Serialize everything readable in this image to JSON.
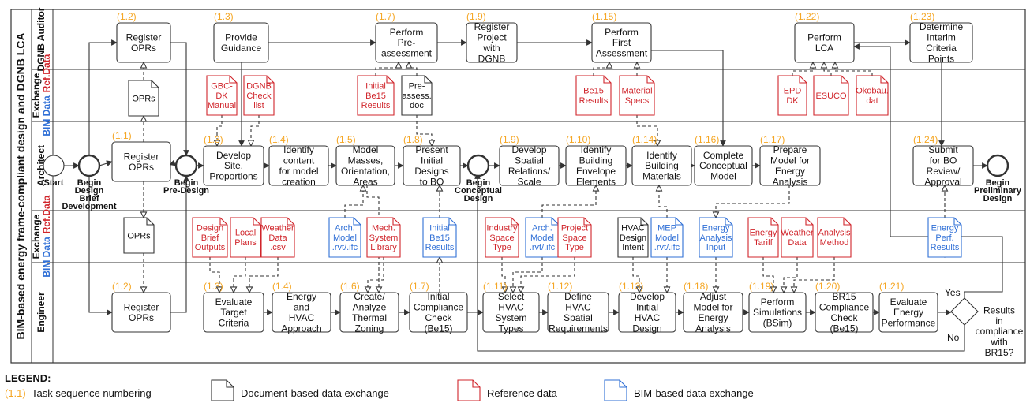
{
  "title": "BIM-based energy frame-compliant design and DGNB LCA",
  "lanes": [
    {
      "label": "DGNB Auditor",
      "sub": ""
    },
    {
      "label": "Exchange",
      "sub": "BIM Data"
    },
    {
      "label": "Architect",
      "sub": ""
    },
    {
      "label": "Exchange",
      "sub": "BIM Data"
    },
    {
      "label": "Engineer",
      "sub": ""
    }
  ],
  "ref_data_label": "Ref.Data",
  "tasks": [
    {
      "id": "t1",
      "num": "(1.2)",
      "text": "Register\nOPRs"
    },
    {
      "id": "t2",
      "num": "(1.3)",
      "text": "Provide\nGuidance"
    },
    {
      "id": "t3",
      "num": "(1.7)",
      "text": "Perform\nPre-\nassessment"
    },
    {
      "id": "t4",
      "num": "(1.9)",
      "text": "Register\nProject\nwith\nDGNB"
    },
    {
      "id": "t5",
      "num": "(1.15)",
      "text": "Perform\nFirst\nAssessment"
    },
    {
      "id": "t6",
      "num": "(1.22)",
      "text": "Perform\nLCA"
    },
    {
      "id": "t7",
      "num": "(1.23)",
      "text": "Determine\nInterim\nCriteria\nPoints"
    },
    {
      "id": "a1",
      "num": "(1.1)",
      "text": "Register\nOPRs"
    },
    {
      "id": "a2",
      "num": "(1.3)",
      "text": "Develop\nSite,\nProportions"
    },
    {
      "id": "a3",
      "num": "(1.4)",
      "text": "Identify\ncontent\nfor model\ncreation"
    },
    {
      "id": "a4",
      "num": "(1.5)",
      "text": "Model\nMasses,\nOrientation,\nAreas"
    },
    {
      "id": "a5",
      "num": "(1.8)",
      "text": "Present\nInitial\nDesigns\nto BO"
    },
    {
      "id": "a6",
      "num": "(1.9)",
      "text": "Develop\nSpatial\nRelations/\nScale"
    },
    {
      "id": "a7",
      "num": "(1.10)",
      "text": "Identify\nBuilding\nEnvelope\nElements"
    },
    {
      "id": "a8",
      "num": "(1.14)",
      "text": "Identify\nBuilding\nMaterials"
    },
    {
      "id": "a9",
      "num": "(1.16)",
      "text": "Complete\nConceptual\nModel"
    },
    {
      "id": "a10",
      "num": "(1.17)",
      "text": "Prepare\nModel for\nEnergy\nAnalysis"
    },
    {
      "id": "a11",
      "num": "(1.24)",
      "text": "Submit\nfor BO\nReview/\nApproval"
    },
    {
      "id": "e1",
      "num": "(1.2)",
      "text": "Register\nOPRs"
    },
    {
      "id": "e2",
      "num": "(1.3)",
      "text": "Evaluate\nTarget\nCriteria"
    },
    {
      "id": "e3",
      "num": "(1.4)",
      "text": "Energy\nand\nHVAC\nApproach"
    },
    {
      "id": "e4",
      "num": "(1.6)",
      "text": "Create/\nAnalyze\nThermal\nZoning"
    },
    {
      "id": "e5",
      "num": "(1.7)",
      "text": "Initial\nCompliance\nCheck\n(Be15)"
    },
    {
      "id": "e6",
      "num": "(1.11)",
      "text": "Select\nHVAC\nSystem\nTypes"
    },
    {
      "id": "e7",
      "num": "(1.12)",
      "text": "Define\nHVAC\nSpatial\nRequirements"
    },
    {
      "id": "e8",
      "num": "(1.13)",
      "text": "Develop\nInitial\nHVAC\nDesign"
    },
    {
      "id": "e9",
      "num": "(1.18)",
      "text": "Adjust\nModel for\nEnergy\nAnalysis"
    },
    {
      "id": "e10",
      "num": "(1.19)",
      "text": "Perform\nSimulations\n(BSim)"
    },
    {
      "id": "e11",
      "num": "(1.20)",
      "text": "BR15\nCompliance\nCheck\n(Be15)"
    },
    {
      "id": "e12",
      "num": "(1.21)",
      "text": "Evaluate\nEnergy\nPerformance"
    }
  ],
  "docs": [
    {
      "id": "d1",
      "kind": "doc",
      "text": "OPRs"
    },
    {
      "id": "d2",
      "kind": "ref",
      "text": "GBC-\nDK\nManual"
    },
    {
      "id": "d3",
      "kind": "ref",
      "text": "DGNB\nCheck\nlist"
    },
    {
      "id": "d4",
      "kind": "ref",
      "text": "Initial\nBe15\nResults"
    },
    {
      "id": "d5",
      "kind": "doc",
      "text": "Pre-\nassess.\ndoc"
    },
    {
      "id": "d6",
      "kind": "ref",
      "text": "Be15\nResults"
    },
    {
      "id": "d7",
      "kind": "ref",
      "text": "Material\nSpecs"
    },
    {
      "id": "d8",
      "kind": "ref",
      "text": "EPD\nDK"
    },
    {
      "id": "d9",
      "kind": "ref",
      "text": "ESUCO"
    },
    {
      "id": "d10",
      "kind": "ref",
      "text": "Okobau.\ndat"
    },
    {
      "id": "d11",
      "kind": "doc",
      "text": "OPRs"
    },
    {
      "id": "d12",
      "kind": "ref",
      "text": "Design\nBrief\nOutputs"
    },
    {
      "id": "d13",
      "kind": "ref",
      "text": "Local\nPlans"
    },
    {
      "id": "d14",
      "kind": "ref",
      "text": "Weather\nData\n.csv"
    },
    {
      "id": "d15",
      "kind": "bim",
      "text": "Arch.\nModel\n.rvt/.ifc"
    },
    {
      "id": "d16",
      "kind": "ref",
      "text": "Mech.\nSystem\nLibrary"
    },
    {
      "id": "d17",
      "kind": "bim",
      "text": "Initial\nBe15\nResults"
    },
    {
      "id": "d18",
      "kind": "ref",
      "text": "Industry\nSpace\nType"
    },
    {
      "id": "d19",
      "kind": "bim",
      "text": "Arch.\nModel\n.rvt/.ifc"
    },
    {
      "id": "d20",
      "kind": "ref",
      "text": "Project\nSpace\nType"
    },
    {
      "id": "d21",
      "kind": "doc",
      "text": "HVAC\nDesign\nIntent"
    },
    {
      "id": "d22",
      "kind": "bim",
      "text": "MEP\nModel\n.rvt/.ifc"
    },
    {
      "id": "d23",
      "kind": "bim",
      "text": "Energy\nAnalysis\nInput"
    },
    {
      "id": "d24",
      "kind": "ref",
      "text": "Energy\nTariff"
    },
    {
      "id": "d25",
      "kind": "ref",
      "text": "Weather\nData"
    },
    {
      "id": "d26",
      "kind": "ref",
      "text": "Analysis\nMethod"
    },
    {
      "id": "d27",
      "kind": "bim",
      "text": "Energy\nPerf.\nResults"
    }
  ],
  "events": [
    {
      "id": "ev1",
      "text": "Start"
    },
    {
      "id": "ev2",
      "text": "Begin\nDesign\nBrief\nDevelopment"
    },
    {
      "id": "ev3",
      "text": "Begin\nPre-Design"
    },
    {
      "id": "ev4",
      "text": "Begin\nConceptual\nDesign"
    },
    {
      "id": "ev5",
      "text": "Begin\nPreliminary\nDesign"
    }
  ],
  "decision": {
    "text": "Results\nin\ncompliance\nwith\nBR15?",
    "yes": "Yes",
    "no": "No"
  },
  "legend": {
    "title": "LEGEND:",
    "num_sample": "(1.1)",
    "num_text": "Task sequence numbering",
    "doc_text": "Document-based data exchange",
    "ref_text": "Reference data",
    "bim_text": "BIM-based data exchange"
  },
  "colors": {
    "orange": "#f5a623",
    "red": "#d0252b",
    "blue": "#2f6fd6",
    "line": "#333333"
  }
}
